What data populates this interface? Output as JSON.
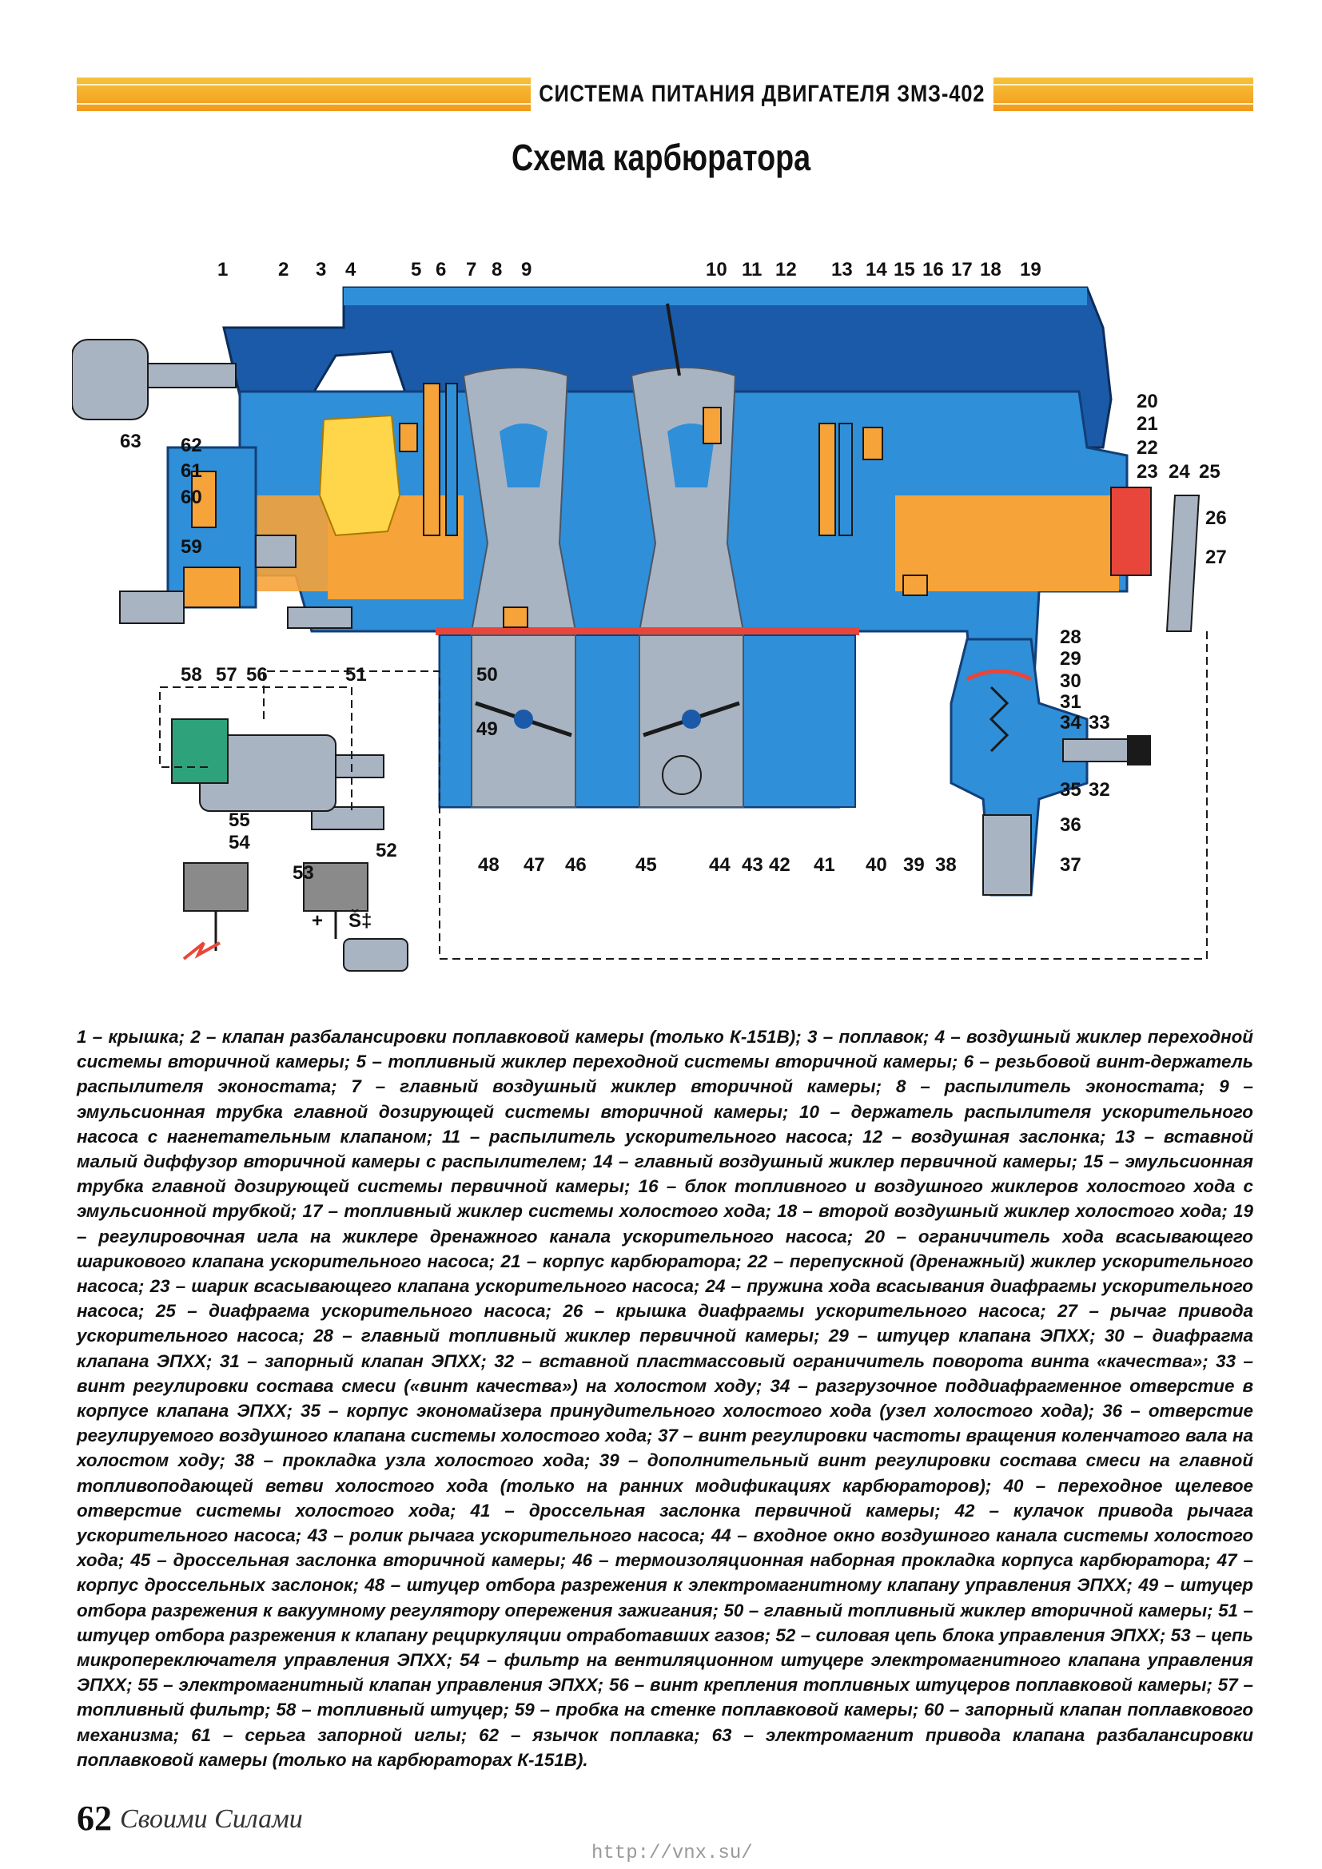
{
  "header": {
    "section_title": "СИСТЕМА ПИТАНИЯ ДВИГАТЕЛЯ ЗМЗ-402"
  },
  "page_title": "Схема карбюратора",
  "diagram": {
    "callouts": [
      "1",
      "2",
      "3",
      "4",
      "5",
      "6",
      "7",
      "8",
      "9",
      "10",
      "11",
      "12",
      "13",
      "14",
      "15",
      "16",
      "17",
      "18",
      "19",
      "20",
      "21",
      "22",
      "23",
      "24",
      "25",
      "26",
      "27",
      "28",
      "29",
      "30",
      "31",
      "34",
      "33",
      "35",
      "32",
      "36",
      "37",
      "38",
      "39",
      "40",
      "41",
      "42",
      "43",
      "44",
      "45",
      "46",
      "47",
      "48",
      "49",
      "50",
      "51",
      "52",
      "53",
      "54",
      "55",
      "56",
      "57",
      "58",
      "59",
      "60",
      "61",
      "62",
      "63"
    ],
    "wire_marks": [
      "+",
      "Š‡"
    ],
    "colors": {
      "body": "#2f8fd8",
      "body_dark": "#1b5aa8",
      "fuel": "#f6a33a",
      "diffuser": "#a9b4c2",
      "gasket": "#e8463a",
      "black": "#1a1a1a"
    }
  },
  "legend": "1 – крышка; 2 – клапан разбалансировки поплавковой камеры (только К-151В); 3 – поплавок; 4 – воздушный жиклер переходной системы вторичной камеры; 5 – топливный жиклер переходной системы вторичной камеры; 6 – резьбовой винт-держатель распылителя эконостата; 7 – главный воздушный жиклер вторичной камеры; 8 – распылитель эконостата; 9 – эмульсионная трубка главной дозирующей системы вторичной камеры; 10 – держатель распылителя ускорительного насоса с нагнетательным клапаном; 11 – распылитель ускорительного насоса; 12 – воздушная заслонка; 13 – вставной малый диффузор вторичной камеры с распылителем; 14 – главный воздушный жиклер первичной камеры; 15 – эмульсионная трубка главной дозирующей системы первичной камеры; 16 – блок топливного и воздушного жиклеров холостого хода с эмульсионной трубкой; 17 – топливный жиклер системы холостого хода; 18 – второй воздушный жиклер холостого хода; 19 – регулировочная игла на жиклере дренажного канала ускорительного насоса; 20 – ограничитель хода всасывающего шарикового клапана ускорительного насоса; 21 – корпус карбюратора; 22 – перепускной (дренажный) жиклер ускорительного насоса; 23 – шарик всасывающего клапана ускорительного насоса; 24 – пружина хода всасывания диафрагмы ускорительного насоса; 25 – диафрагма ускорительного насоса; 26 – крышка диафрагмы ускорительного насоса; 27 – рычаг привода ускорительного насоса; 28 – главный топливный жиклер первичной камеры; 29 – штуцер клапана ЭПХХ; 30 – диафрагма клапана ЭПХХ; 31 – запорный клапан ЭПХХ; 32 – вставной пластмассовый ограничитель поворота винта «качества»; 33 – винт регулировки состава смеси («винт качества») на холостом ходу; 34 – разгрузочное поддиафрагменное отверстие в корпусе клапана ЭПХХ; 35 – корпус экономайзера принудительного холостого хода (узел холостого хода); 36 – отверстие регулируемого воздушного клапана системы холостого хода; 37 – винт регулировки частоты вращения коленчатого вала на холостом ходу; 38 – прокладка узла холостого хода; 39 – дополнительный винт регулировки состава смеси на главной топливоподающей ветви холостого хода (только на ранних модификациях карбюраторов); 40 – переходное щелевое отверстие системы холостого хода; 41 – дроссельная заслонка первичной камеры; 42 – кулачок привода рычага ускорительного насоса; 43 – ролик рычага ускорительного насоса; 44 – входное окно воздушного канала системы холостого хода; 45 – дроссельная заслонка вторичной камеры; 46 – термоизоляционная наборная прокладка корпуса карбюратора; 47 – корпус дроссельных заслонок; 48 – штуцер отбора разрежения к электромагнитному клапану управления ЭПХХ; 49 – штуцер отбора разрежения к вакуумному регулятору опережения зажигания; 50 – главный топливный жиклер вторичной камеры; 51 – штуцер отбора разрежения к клапану рециркуляции отработавших газов; 52 – силовая цепь блока управления ЭПХХ; 53 – цепь микропереключателя управления ЭПХХ; 54 – фильтр на вентиляционном штуцере электромагнитного клапана управления ЭПХХ; 55 – электромагнитный клапан управления ЭПХХ; 56 – винт крепления топливных штуцеров поплавковой камеры; 57 – топливный фильтр; 58 – топливный штуцер; 59 – пробка на стенке поплавковой камеры; 60 – запорный клапан поплавкового механизма; 61 – серьга запорной иглы; 62 – язычок поплавка; 63 – электромагнит привода клапана разбалансировки поплавковой камеры (только на карбюраторах К-151В).",
  "footer": {
    "page_number": "62",
    "publisher": "Своими Силами",
    "url": "http://vnx.su/"
  }
}
